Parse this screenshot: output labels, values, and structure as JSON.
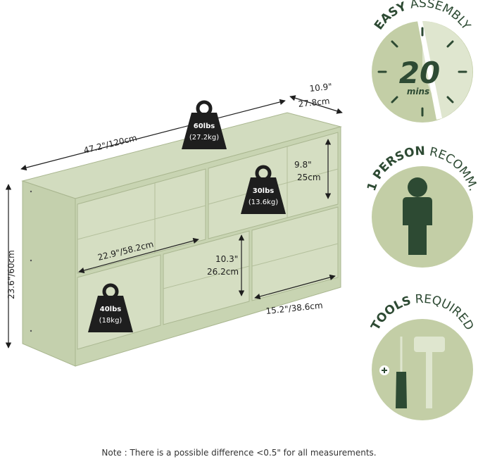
{
  "colors": {
    "shelf_face": "#c8d4b2",
    "shelf_edge": "#a9b68f",
    "shelf_inner": "#d7e0c3",
    "badge_bg": "#c3cea6",
    "badge_light": "#dfe6cf",
    "badge_dark": "#2d4a33",
    "weight_fill": "#1e1e1e"
  },
  "dimensions": {
    "width": {
      "imperial": "47.2\"",
      "metric": "/120cm"
    },
    "depth": {
      "imperial": "10.9\"",
      "metric": "27.8cm"
    },
    "height": {
      "imperial": "23.6\"",
      "metric": "/60cm"
    },
    "top_cube_height": {
      "imperial": "9.8\"",
      "metric": "25cm"
    },
    "left_cube_width": {
      "imperial": "22.9\"",
      "metric": "/58.2cm"
    },
    "bottom_cube_height": {
      "imperial": "10.3\"",
      "metric": "26.2cm"
    },
    "bottom_cube_width": {
      "imperial": "15.2\"",
      "metric": "/38.6cm"
    }
  },
  "weights": {
    "top": {
      "lbs": "60lbs",
      "kg": "(27.2kg)"
    },
    "upper_cube": {
      "lbs": "30lbs",
      "kg": "(13.6kg)"
    },
    "lower_cube": {
      "lbs": "40lbs",
      "kg": "(18kg)"
    }
  },
  "badges": {
    "assembly": {
      "bold": "EASY",
      "rest": " ASSEMBLY",
      "value": "20",
      "unit": "mins",
      "icon": "clock-icon"
    },
    "person": {
      "bold": "1 PERSON",
      "rest": " RECOMM.",
      "icon": "person-icon"
    },
    "tools": {
      "bold": "TOOLS",
      "rest": " REQUIRED",
      "icon": "screwdriver-hammer-icon"
    }
  },
  "note": "Note : There is a possible difference <0.5\" for all measurements."
}
